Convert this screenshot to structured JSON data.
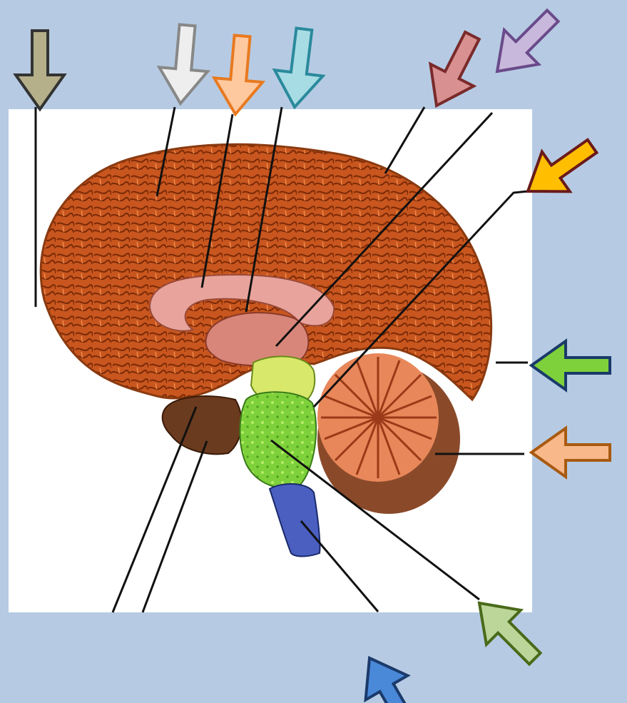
{
  "diagram": {
    "subject": "brain-sagittal-section",
    "background_color": "#b6cbe3",
    "panel_color": "#ffffff",
    "regions": [
      {
        "id": "cerebrum",
        "icon": "cerebrum-region",
        "color": "#c8561e"
      },
      {
        "id": "corpus-callosum",
        "icon": "corpus-callosum-region",
        "color": "#e8a49c"
      },
      {
        "id": "thalamus",
        "icon": "thalamus-region",
        "color": "#d9867a"
      },
      {
        "id": "midbrain",
        "icon": "midbrain-region",
        "color": "#d8e86a"
      },
      {
        "id": "pons",
        "icon": "pons-region",
        "color": "#7ed13a"
      },
      {
        "id": "medulla",
        "icon": "medulla-region",
        "color": "#4a5fc0"
      },
      {
        "id": "cerebellum",
        "icon": "cerebellum-region",
        "color": "#d06a3a"
      },
      {
        "id": "pituitary",
        "icon": "pituitary-region",
        "color": "#6b3b1f"
      }
    ],
    "label_arrows": [
      {
        "id": "arrow-frontal-lobe",
        "icon": "down-arrow-icon",
        "fill": "#b5b08a",
        "stroke": "#333333"
      },
      {
        "id": "arrow-cerebral-cortex",
        "icon": "down-arrow-icon",
        "fill": "#eeeeee",
        "stroke": "#888888"
      },
      {
        "id": "arrow-corpus-callosum",
        "icon": "down-arrow-icon",
        "fill": "#ffc9a0",
        "stroke": "#e87a20"
      },
      {
        "id": "arrow-thalamus",
        "icon": "down-arrow-icon",
        "fill": "#a8dce4",
        "stroke": "#2a8a9c"
      },
      {
        "id": "arrow-parietal-lobe",
        "icon": "diagonal-arrow-icon",
        "fill": "#d89090",
        "stroke": "#7a2a2a"
      },
      {
        "id": "arrow-pineal",
        "icon": "diagonal-arrow-icon",
        "fill": "#c8b8dc",
        "stroke": "#6a4a8a"
      },
      {
        "id": "arrow-midbrain",
        "icon": "diagonal-arrow-icon",
        "fill": "#ffbe00",
        "stroke": "#6a1a1a"
      },
      {
        "id": "arrow-occipital-lobe",
        "icon": "left-arrow-icon",
        "fill": "#7ed13a",
        "stroke": "#1a3a6a"
      },
      {
        "id": "arrow-cerebellum",
        "icon": "left-arrow-icon",
        "fill": "#f8b88a",
        "stroke": "#a85a10"
      },
      {
        "id": "arrow-pons",
        "icon": "up-arrow-icon",
        "fill": "#bcd69a",
        "stroke": "#4a6a1a"
      },
      {
        "id": "arrow-medulla",
        "icon": "up-arrow-icon",
        "fill": "#4a88d8",
        "stroke": "#1a3a6a"
      }
    ]
  }
}
